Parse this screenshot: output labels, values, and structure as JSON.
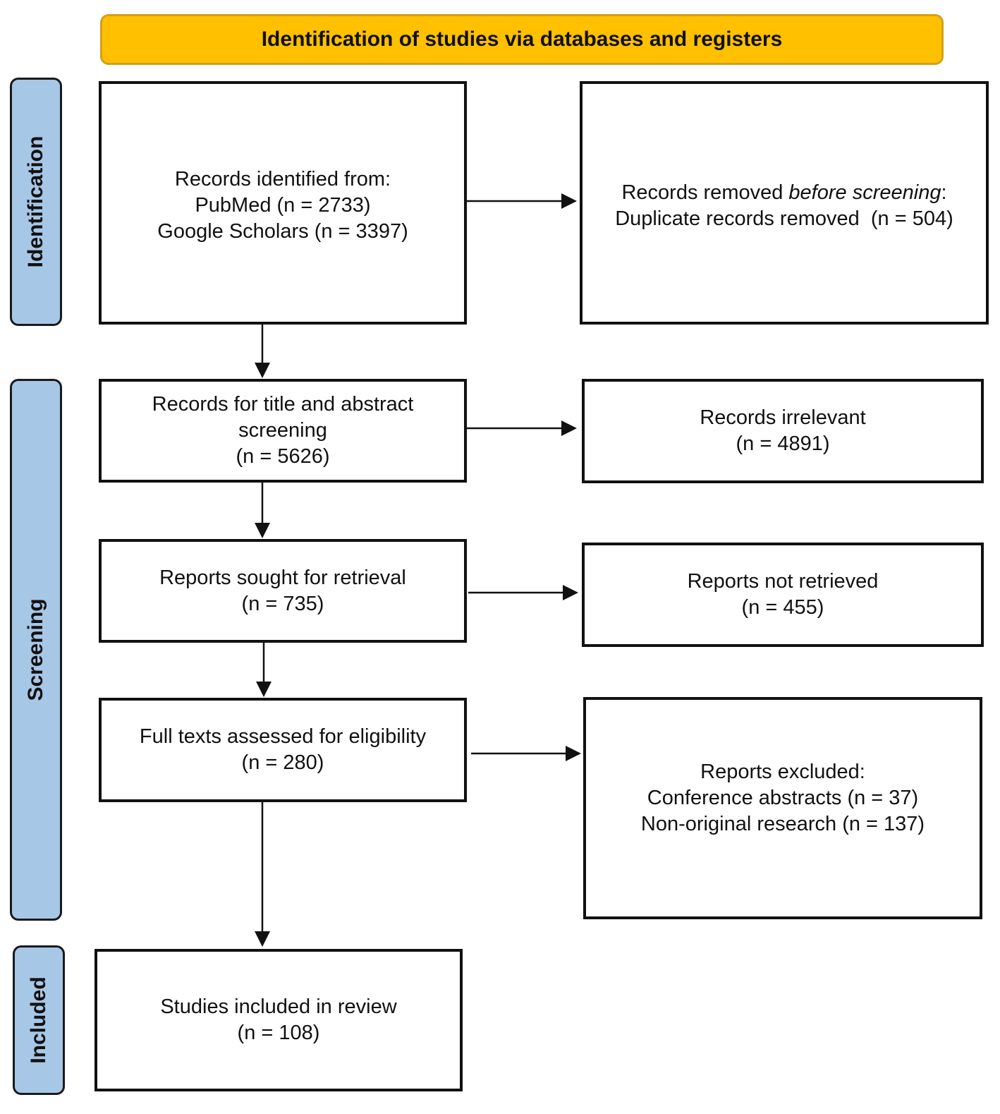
{
  "banner": "Identification of studies via databases and registers",
  "phases": {
    "identification": "Identification",
    "screening": "Screening",
    "included": "Included"
  },
  "boxes": {
    "records_identified": {
      "line1": "Records identified from:",
      "line2": "PubMed (n = 2733)",
      "line3": "Google Scholars (n = 3397)"
    },
    "records_removed": {
      "line1_prefix": "Records removed ",
      "line1_italic": "before screening",
      "line1_suffix": ":",
      "line2": "Duplicate records removed  (n = 504)"
    },
    "title_abstract": {
      "line1": "Records for title and abstract",
      "line2": "screening",
      "line3": "(n = 5626)"
    },
    "irrelevant": {
      "line1": "Records irrelevant",
      "line2": "(n = 4891)"
    },
    "sought": {
      "line1": "Reports sought for retrieval",
      "line2": "(n = 735)"
    },
    "not_retrieved": {
      "line1": "Reports not retrieved",
      "line2": "(n = 455)"
    },
    "full_texts": {
      "line1": "Full texts assessed for eligibility",
      "line2": "(n = 280)"
    },
    "excluded": {
      "line1": "Reports excluded:",
      "line2": "Conference abstracts (n = 37)",
      "line3": "Non-original research (n = 137)"
    },
    "included": {
      "line1": "Studies included in review",
      "line2": "(n = 108)"
    }
  }
}
